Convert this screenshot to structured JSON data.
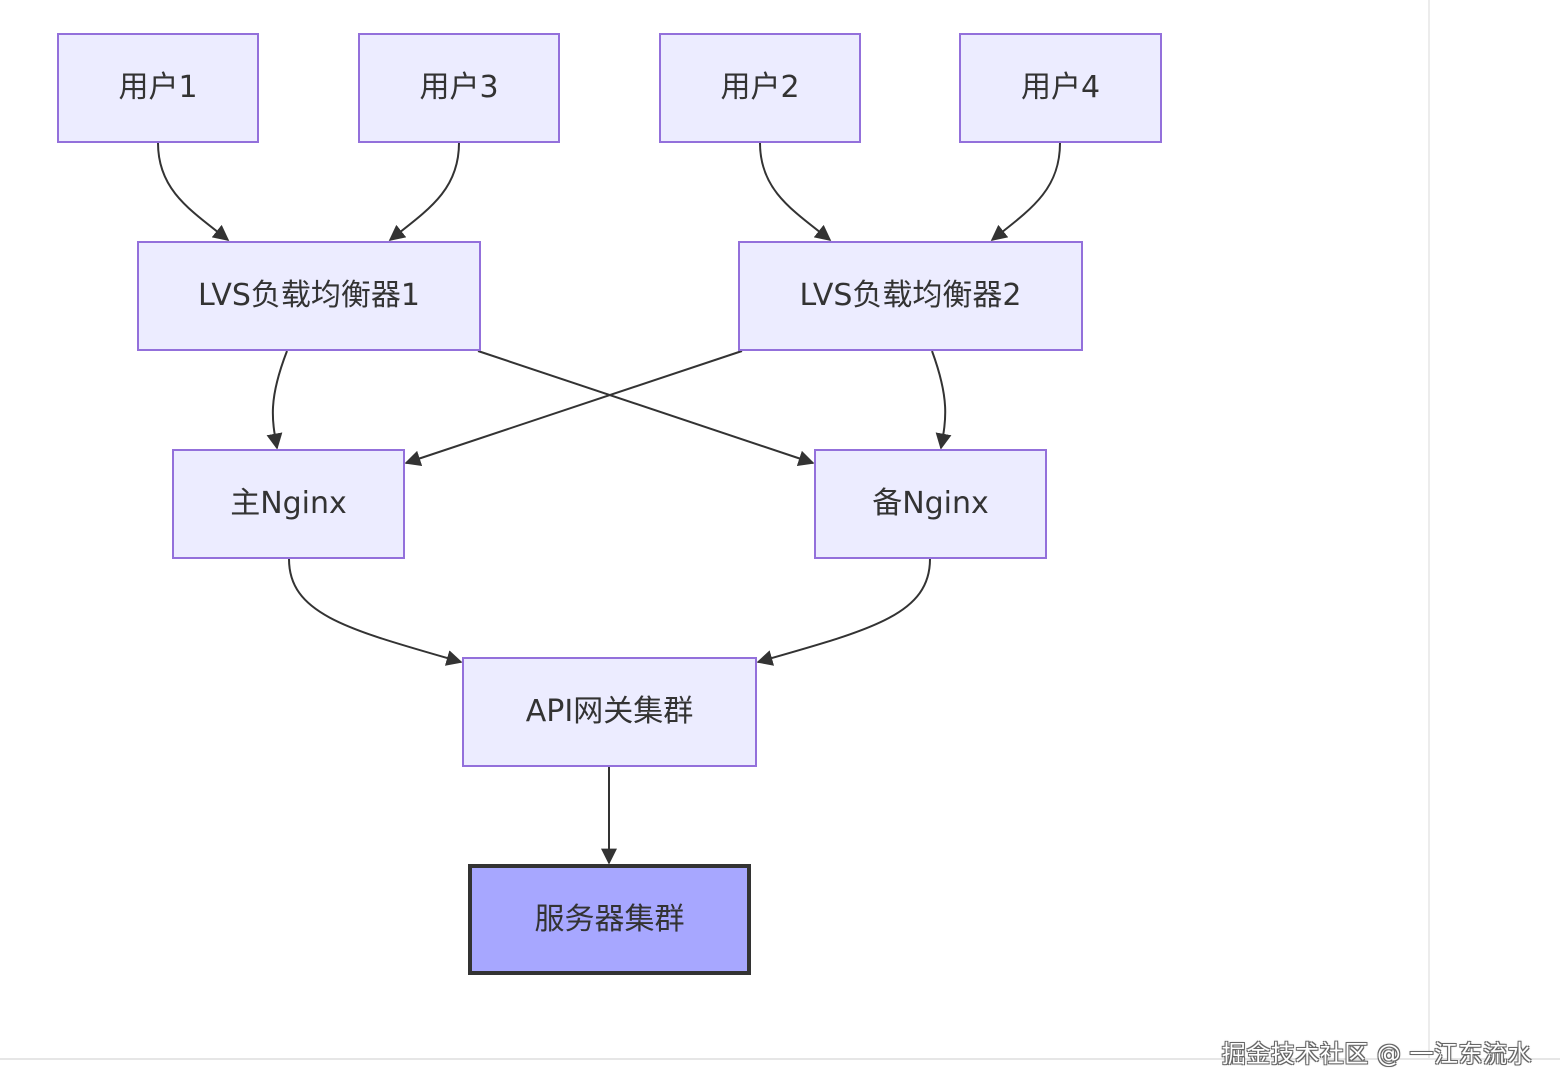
{
  "diagram": {
    "nodes": {
      "user1": "用户1",
      "user3": "用户3",
      "user2": "用户2",
      "user4": "用户4",
      "lvs1": "LVS负载均衡器1",
      "lvs2": "LVS负载均衡器2",
      "nginx_main": "主Nginx",
      "nginx_backup": "备Nginx",
      "api_gateway": "API网关集群",
      "server_cluster": "服务器集群"
    },
    "edges": [
      [
        "user1",
        "lvs1"
      ],
      [
        "user3",
        "lvs1"
      ],
      [
        "user2",
        "lvs2"
      ],
      [
        "user4",
        "lvs2"
      ],
      [
        "lvs1",
        "nginx_main"
      ],
      [
        "lvs1",
        "nginx_backup"
      ],
      [
        "lvs2",
        "nginx_main"
      ],
      [
        "lvs2",
        "nginx_backup"
      ],
      [
        "nginx_main",
        "api_gateway"
      ],
      [
        "nginx_backup",
        "api_gateway"
      ],
      [
        "api_gateway",
        "server_cluster"
      ]
    ],
    "colors": {
      "node_fill": "#ececff",
      "node_border": "#9370db",
      "highlight_fill": "#a7a7ff",
      "highlight_border": "#333333",
      "edge": "#333333"
    }
  },
  "watermark": "掘金技术社区 @ 一江东流水"
}
